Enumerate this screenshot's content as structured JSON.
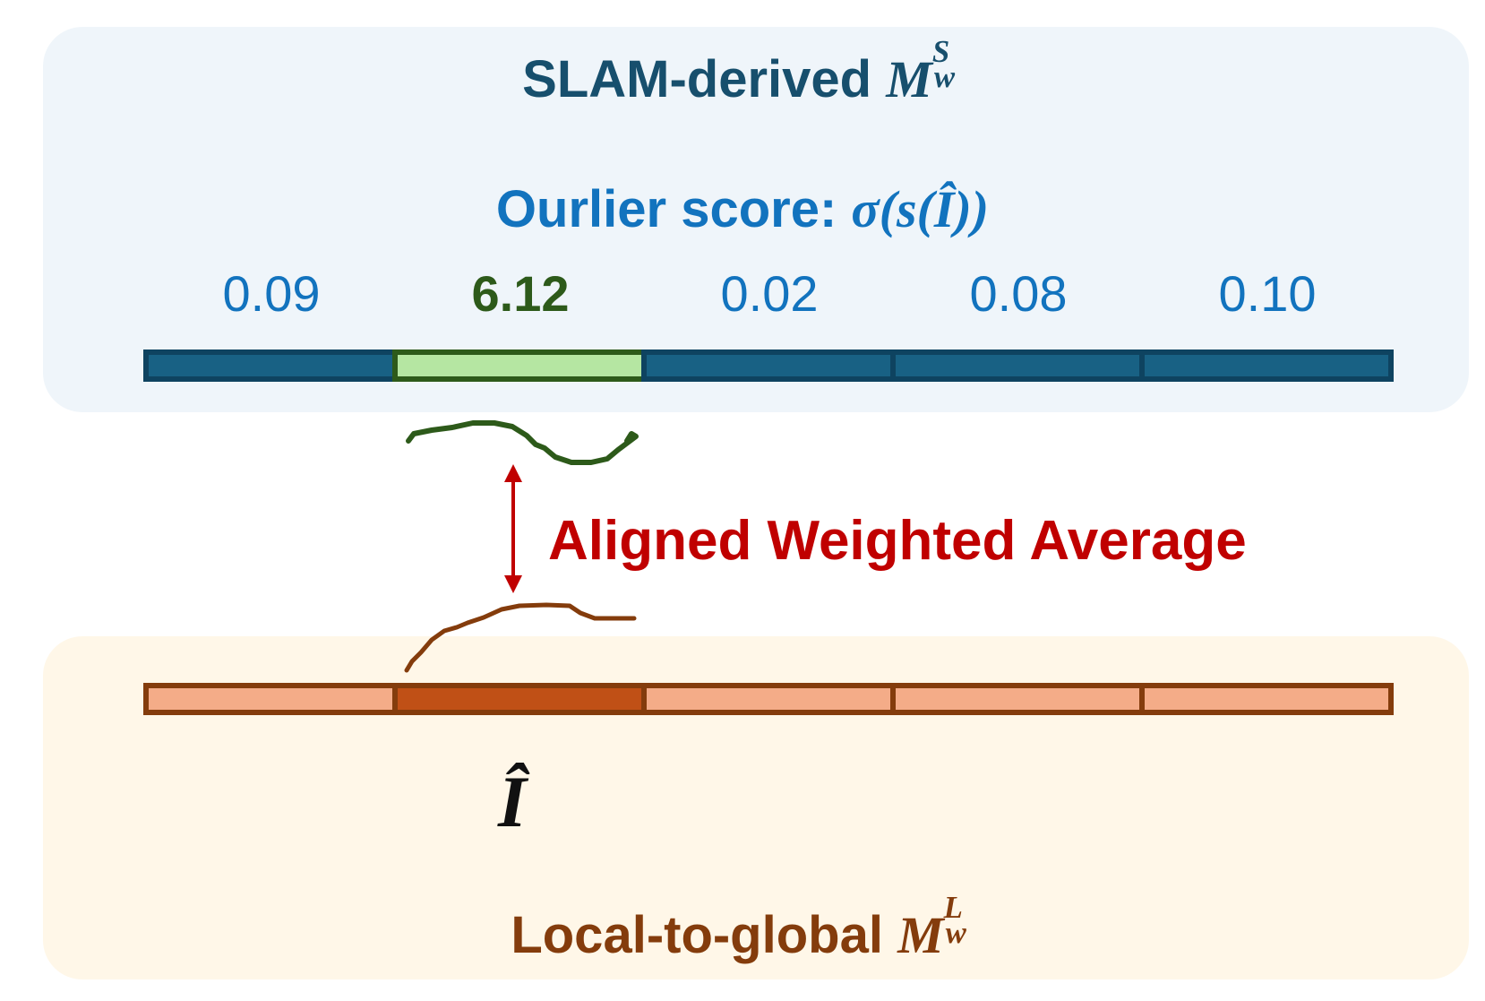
{
  "top_panel": {
    "title_text": "SLAM-derived",
    "title_math": {
      "base": "M",
      "sup": "S",
      "sub": "w"
    },
    "score_label": "Ourlier score:",
    "score_math": "σ(s(Î))",
    "scores": [
      "0.09",
      "6.12",
      "0.02",
      "0.08",
      "0.10"
    ],
    "highlight_index": 1
  },
  "middle": {
    "arrow_label": "Aligned Weighted Average"
  },
  "bottom_panel": {
    "segment_label_math": "Î",
    "title_text": "Local-to-global",
    "title_math": {
      "base": "M",
      "sup": "L",
      "sub": "w"
    }
  },
  "colors": {
    "slam_bar": "#186184",
    "slam_highlight": "#b5e6a2",
    "local_bar": "#f4ac88",
    "local_highlight": "#c05016",
    "arrow": "#c00000"
  }
}
